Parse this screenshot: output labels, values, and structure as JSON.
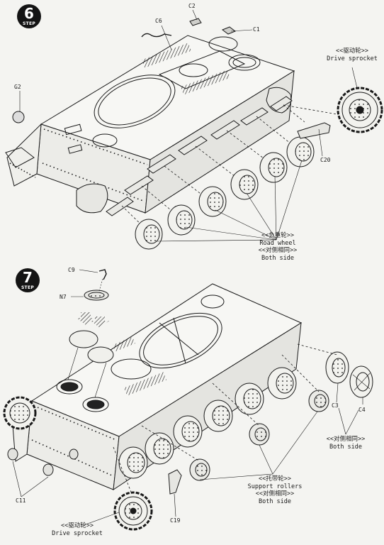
{
  "steps": [
    {
      "number": "6",
      "step_word": "STEP",
      "part_labels": [
        "C6",
        "C2",
        "C1",
        "G2",
        "C20"
      ],
      "drive_sprocket": {
        "cn": "<<驱动轮>>",
        "en": "Drive sprocket"
      },
      "road_wheel": {
        "cn": "<<负重轮>>",
        "en": "Road wheel",
        "both_cn": "<<对侧相同>>",
        "both_en": "Both side"
      }
    },
    {
      "number": "7",
      "step_word": "STEP",
      "part_labels": [
        "C9",
        "N7",
        "C3",
        "C4",
        "C11",
        "C19"
      ],
      "both_side_right": {
        "cn": "<<对侧相同>>",
        "en": "Both side"
      },
      "support_rollers": {
        "cn": "<<托带轮>>",
        "en": "Support rollers",
        "both_cn": "<<对侧相同>>",
        "both_en": "Both side"
      },
      "drive_sprocket": {
        "cn": "<<驱动轮>>",
        "en": "Drive sprocket"
      }
    }
  ],
  "colors": {
    "line": "#1a1a1a",
    "paper": "#f4f4f1",
    "shade": "#d6d6d2"
  }
}
